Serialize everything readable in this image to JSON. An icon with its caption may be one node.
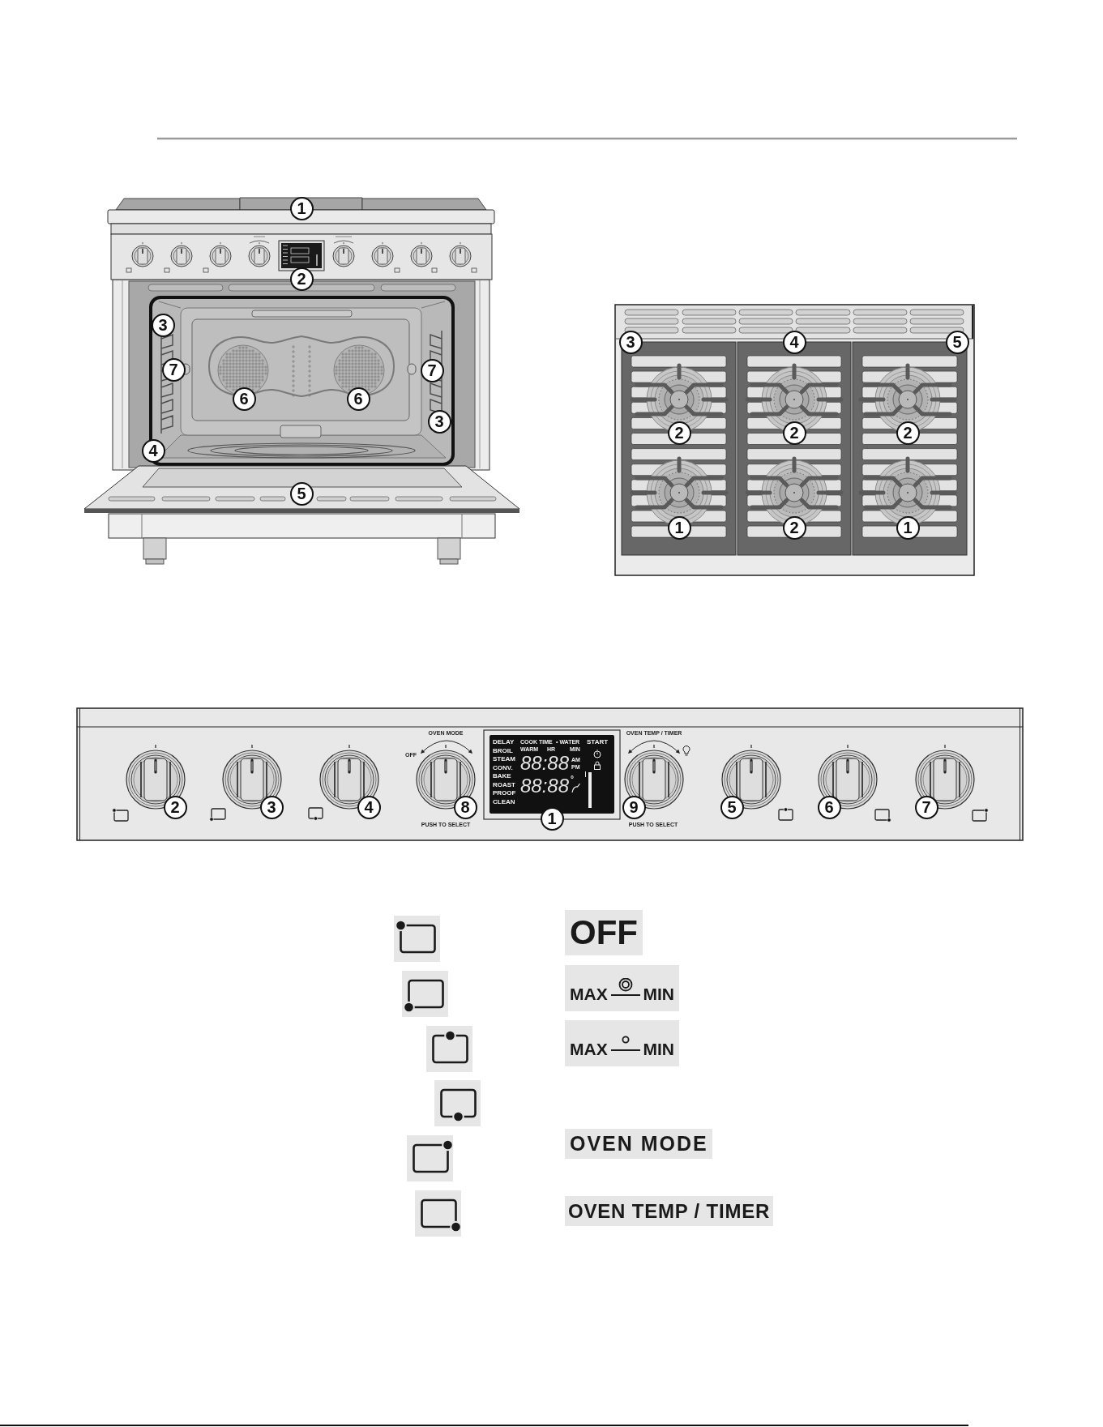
{
  "diagram": {
    "labels": [
      "1",
      "2",
      "3",
      "7",
      "7",
      "6",
      "6",
      "3",
      "4",
      "5",
      "3",
      "4",
      "5",
      "2",
      "2",
      "2",
      "1",
      "2",
      "1",
      "OVEN MODE",
      "OVEN TEMP / TIMER",
      "OFF",
      "2",
      "3",
      "4",
      "8",
      "1",
      "9",
      "5",
      "6",
      "7",
      "PUSH TO SELECT",
      "PUSH TO SELECT",
      "DELAY",
      "COOK TIME",
      "• WATER",
      "START",
      "BROIL",
      "WARM",
      "HR",
      "MIN",
      "STEAM",
      "CONV.",
      "88:88",
      "AM",
      "PM",
      "BAKE",
      "ROAST",
      "88:88",
      "°",
      "PROOF",
      "CLEAN",
      "OFF",
      "MAX",
      "MIN",
      "MAX",
      "MIN",
      "OVEN MODE",
      "OVEN TEMP / TIMER"
    ]
  }
}
